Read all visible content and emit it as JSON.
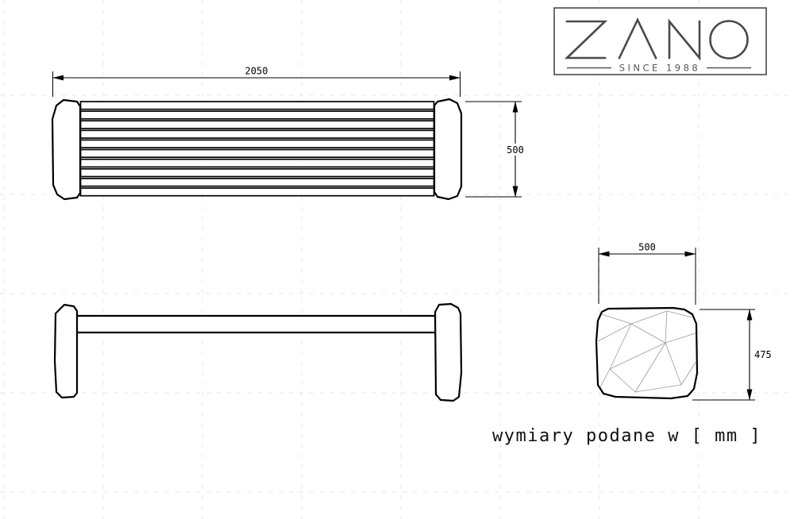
{
  "logo": {
    "brand": "ZANO",
    "tagline": "SINCE 1988"
  },
  "dimensions": {
    "bench_length": "2050",
    "bench_depth": "500",
    "stone_width": "500",
    "stone_height": "475"
  },
  "footer": {
    "note": "wymiary podane w [ mm ]"
  },
  "colors": {
    "line": "#000000",
    "logo": "#4a4a4a",
    "logo_sub": "#555555",
    "facet": "#9a9a9a",
    "grid": "#e7e7e7",
    "background": "#ffffff"
  }
}
